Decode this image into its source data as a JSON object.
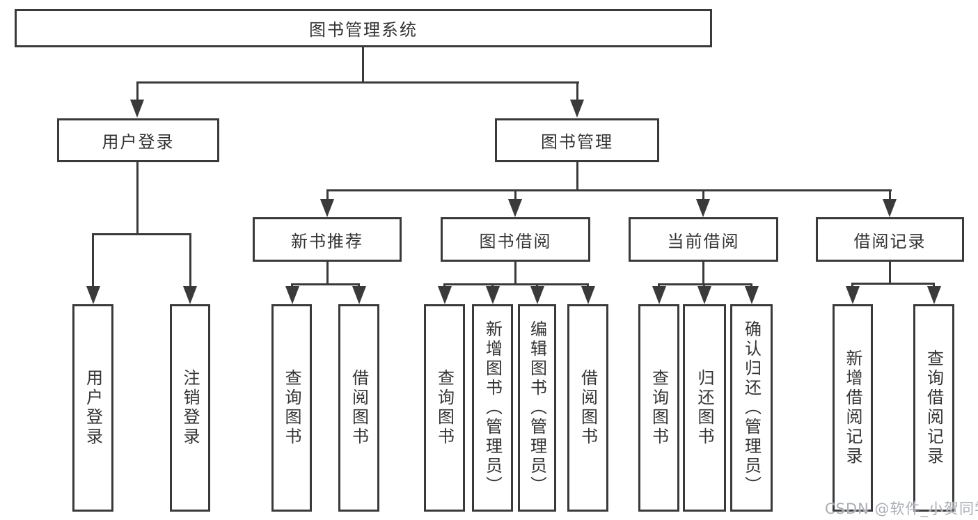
{
  "diagram": {
    "title": "图书管理系统",
    "root": {
      "label": "图书管理系统"
    },
    "level2": {
      "user_login": {
        "label": "用户登录"
      },
      "book_management": {
        "label": "图书管理"
      }
    },
    "level3": {
      "new_book_recommend": {
        "label": "新书推荐"
      },
      "book_borrow": {
        "label": "图书借阅"
      },
      "current_borrow": {
        "label": "当前借阅"
      },
      "borrow_records": {
        "label": "借阅记录"
      }
    },
    "leaves": {
      "user_login": {
        "label": "用户登录",
        "parent": "用户登录"
      },
      "logout": {
        "label": "注销登录",
        "parent": "用户登录"
      },
      "query_book_1": {
        "label": "查询图书",
        "parent": "新书推荐"
      },
      "borrow_book_1": {
        "label": "借阅图书",
        "parent": "新书推荐"
      },
      "query_book_2": {
        "label": "查询图书",
        "parent": "图书借阅"
      },
      "add_book": {
        "label": "新增图书（管理员）",
        "parent": "图书借阅"
      },
      "edit_book": {
        "label": "编辑图书（管理员）",
        "parent": "图书借阅"
      },
      "borrow_book_2": {
        "label": "借阅图书",
        "parent": "图书借阅"
      },
      "query_book_3": {
        "label": "查询图书",
        "parent": "当前借阅"
      },
      "return_book": {
        "label": "归还图书",
        "parent": "当前借阅"
      },
      "confirm_return": {
        "label": "确认归还（管理员）",
        "parent": "当前借阅"
      },
      "add_borrow_record": {
        "label": "新增借阅记录",
        "parent": "借阅记录"
      },
      "query_borrow_record": {
        "label": "查询借阅记录",
        "parent": "借阅记录"
      }
    }
  },
  "colors": {
    "line": "#3a3a3a",
    "text": "#333333",
    "background": "#ffffff",
    "watermark_text": "#a9aeb6"
  },
  "watermark": {
    "text": "CSDN @软件_小贺同学"
  }
}
